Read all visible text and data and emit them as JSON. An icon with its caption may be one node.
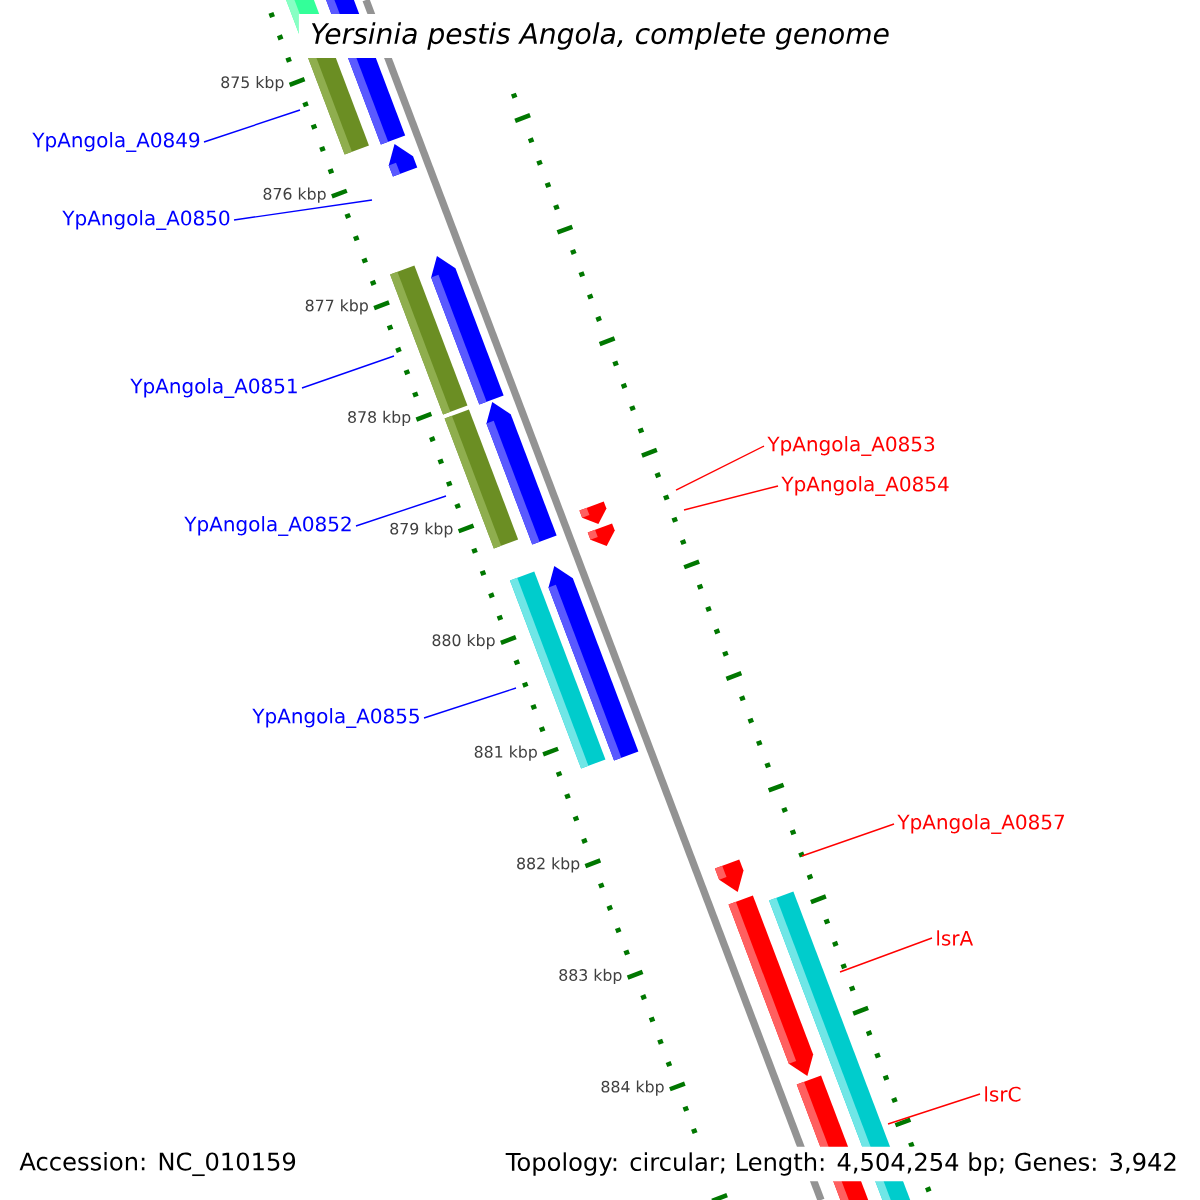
{
  "diagram": {
    "title": "*Yersinia pestis Angola, complete genome*",
    "nodes": [
      {
        "text": [
          "YpAngola_A0849"
        ]
      },
      {
        "text": [
          "YpAngola_A0850"
        ]
      },
      {
        "text": [
          "YpAngola_A0851"
        ]
      },
      {
        "text": [
          "YpAngola_A0853"
        ]
      },
      {
        "text": [
          "YpAngola_A0854"
        ]
      },
      {
        "text": [
          "YpAngola_A0852"
        ]
      },
      {
        "text": [
          "YpAngola_A0855"
        ]
      },
      {
        "text": [
          "YpAngola_A0857"
        ]
      },
      {
        "text": [
          "lsrA"
        ]
      },
      {
        "text": [
          "lsrC"
        ]
      }
    ],
    "edges": [
      {
        "from": 0,
        "to": null,
        "arrow": "none",
        "color": "#0000ff"
      },
      {
        "from": 1,
        "to": null,
        "arrow": "none",
        "color": "#0000ff"
      },
      {
        "from": 2,
        "to": null,
        "arrow": "none",
        "color": "#0000ff"
      },
      {
        "from": 3,
        "to": null,
        "arrow": "none",
        "color": "#ff0000"
      },
      {
        "from": 4,
        "to": null,
        "arrow": "none",
        "color": "#ff0000"
      },
      {
        "from": 5,
        "to": null,
        "arrow": "none",
        "color": "#0000ff"
      },
      {
        "from": 6,
        "to": null,
        "arrow": "none",
        "color": "#0000ff"
      },
      {
        "from": 7,
        "to": null,
        "arrow": "none",
        "color": "#ff0000"
      },
      {
        "from": 8,
        "to": null,
        "arrow": "none",
        "color": "#ff0000"
      },
      {
        "from": 9,
        "to": null,
        "arrow": "none",
        "color": "#ff0000"
      }
    ],
    "labels": [
      "875 kbp",
      "876 kbp",
      "877 kbp",
      "878 kbp",
      "879 kbp",
      "880 kbp",
      "881 kbp",
      "882 kbp",
      "883 kbp",
      "884 kbp",
      "Accession: NC_010159",
      "Topology: circular; Length: 4,504,254 bp; Genes: 3,942"
    ]
  }
}
